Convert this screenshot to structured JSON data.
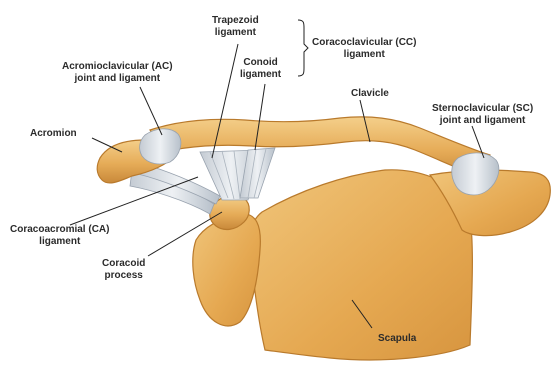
{
  "labels": {
    "trapezoid": [
      "Trapezoid",
      "ligament"
    ],
    "coracoclavicular": [
      "Coracoclavicular (CC)",
      "ligament"
    ],
    "conoid": [
      "Conoid",
      "ligament"
    ],
    "acromioclavicular": [
      "Acromioclavicular (AC)",
      "joint and ligament"
    ],
    "clavicle": [
      "Clavicle"
    ],
    "sternoclavicular": [
      "Sternoclavicular (SC)",
      "joint and ligament"
    ],
    "acromion": [
      "Acromion"
    ],
    "coracoacromial": [
      "Coracoacromial (CA)",
      "ligament"
    ],
    "coracoid": [
      "Coracoid",
      "process"
    ],
    "scapula": [
      "Scapula"
    ]
  },
  "colors": {
    "bone": "#e6ac58",
    "bone_light": "#f3cd86",
    "bone_dark": "#b97a2c",
    "ligament": "#dfe4ea",
    "ligament_shade": "#a9b2bd",
    "leader": "#222222",
    "label_text": "#2b2b2b"
  }
}
